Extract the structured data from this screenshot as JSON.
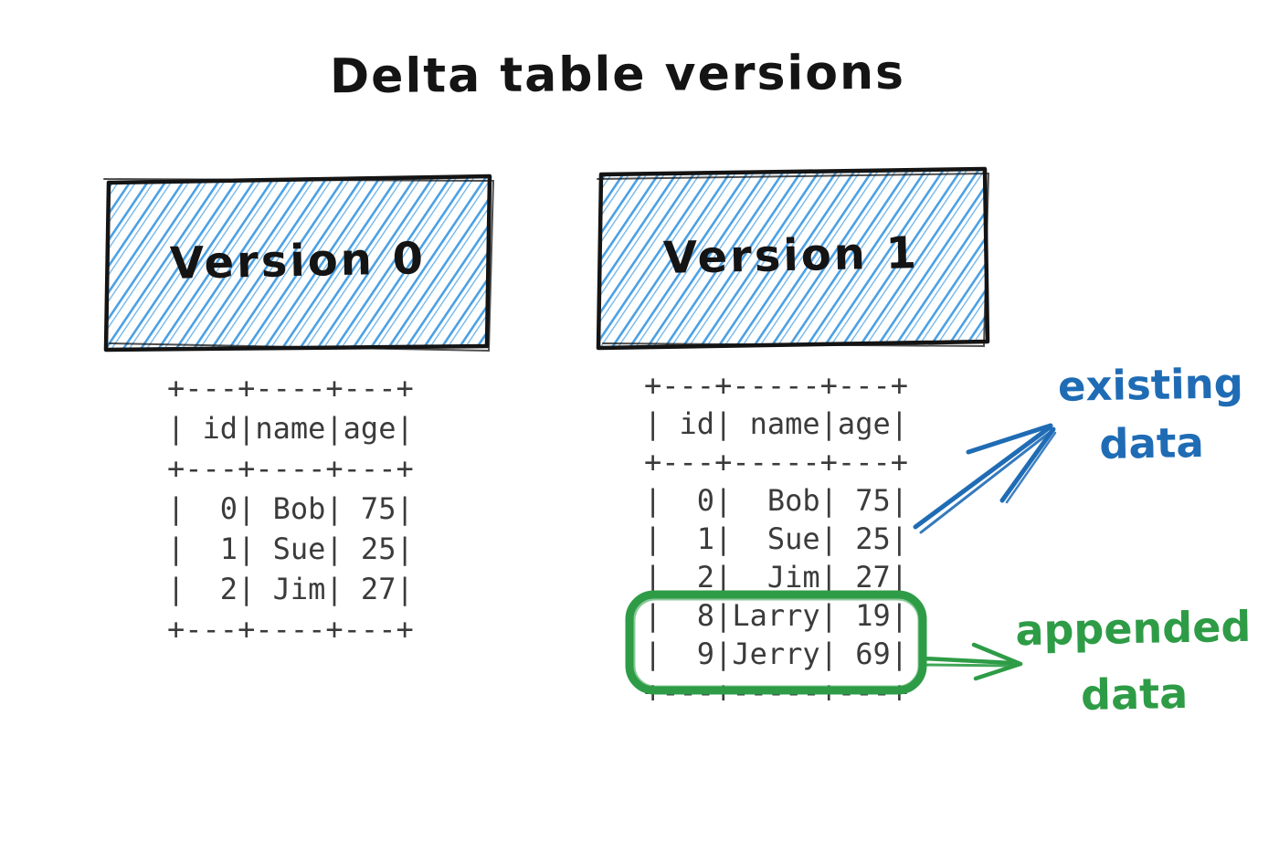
{
  "title": "Delta table versions",
  "colors": {
    "ink": "#141414",
    "table_text": "#3b3b3b",
    "annotation_blue": "#1f6cb5",
    "hatch_blue": "#4aa0e4",
    "annotation_green": "#2e9c46",
    "background": "#ffffff"
  },
  "version0": {
    "label": "Version 0",
    "columns": [
      "id",
      "name",
      "age"
    ],
    "rows": [
      {
        "id": 0,
        "name": "Bob",
        "age": 75
      },
      {
        "id": 1,
        "name": "Sue",
        "age": 25
      },
      {
        "id": 2,
        "name": "Jim",
        "age": 27
      }
    ],
    "table_lines": [
      "+---+----+---+",
      "| id|name|age|",
      "+---+----+---+",
      "|  0| Bob| 75|",
      "|  1| Sue| 25|",
      "|  2| Jim| 27|",
      "+---+----+---+"
    ]
  },
  "version1": {
    "label": "Version 1",
    "columns": [
      "id",
      "name",
      "age"
    ],
    "rows": [
      {
        "id": 0,
        "name": "Bob",
        "age": 75
      },
      {
        "id": 1,
        "name": "Sue",
        "age": 25
      },
      {
        "id": 2,
        "name": "Jim",
        "age": 27
      },
      {
        "id": 8,
        "name": "Larry",
        "age": 19
      },
      {
        "id": 9,
        "name": "Jerry",
        "age": 69
      }
    ],
    "table_lines": [
      "+---+-----+---+",
      "| id| name|age|",
      "+---+-----+---+",
      "|  0|  Bob| 75|",
      "|  1|  Sue| 25|",
      "|  2|  Jim| 27|",
      "|  8|Larry| 19|",
      "|  9|Jerry| 69|",
      "+---+-----+---+"
    ]
  },
  "annotations": {
    "existing_data": {
      "line1": "existing",
      "line2": "data",
      "color": "#1f6cb5"
    },
    "appended_data": {
      "line1": "appended",
      "line2": "data",
      "color": "#2e9c46"
    }
  }
}
